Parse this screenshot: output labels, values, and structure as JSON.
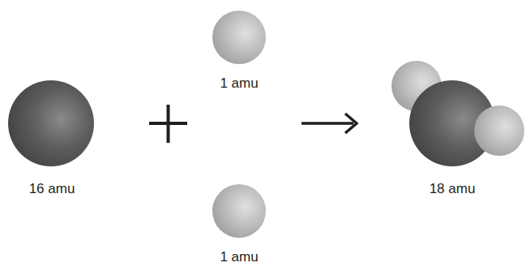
{
  "diagram": {
    "labels": [
      "16 amu",
      "1 amu",
      "1 amu",
      "18 amu"
    ]
  }
}
